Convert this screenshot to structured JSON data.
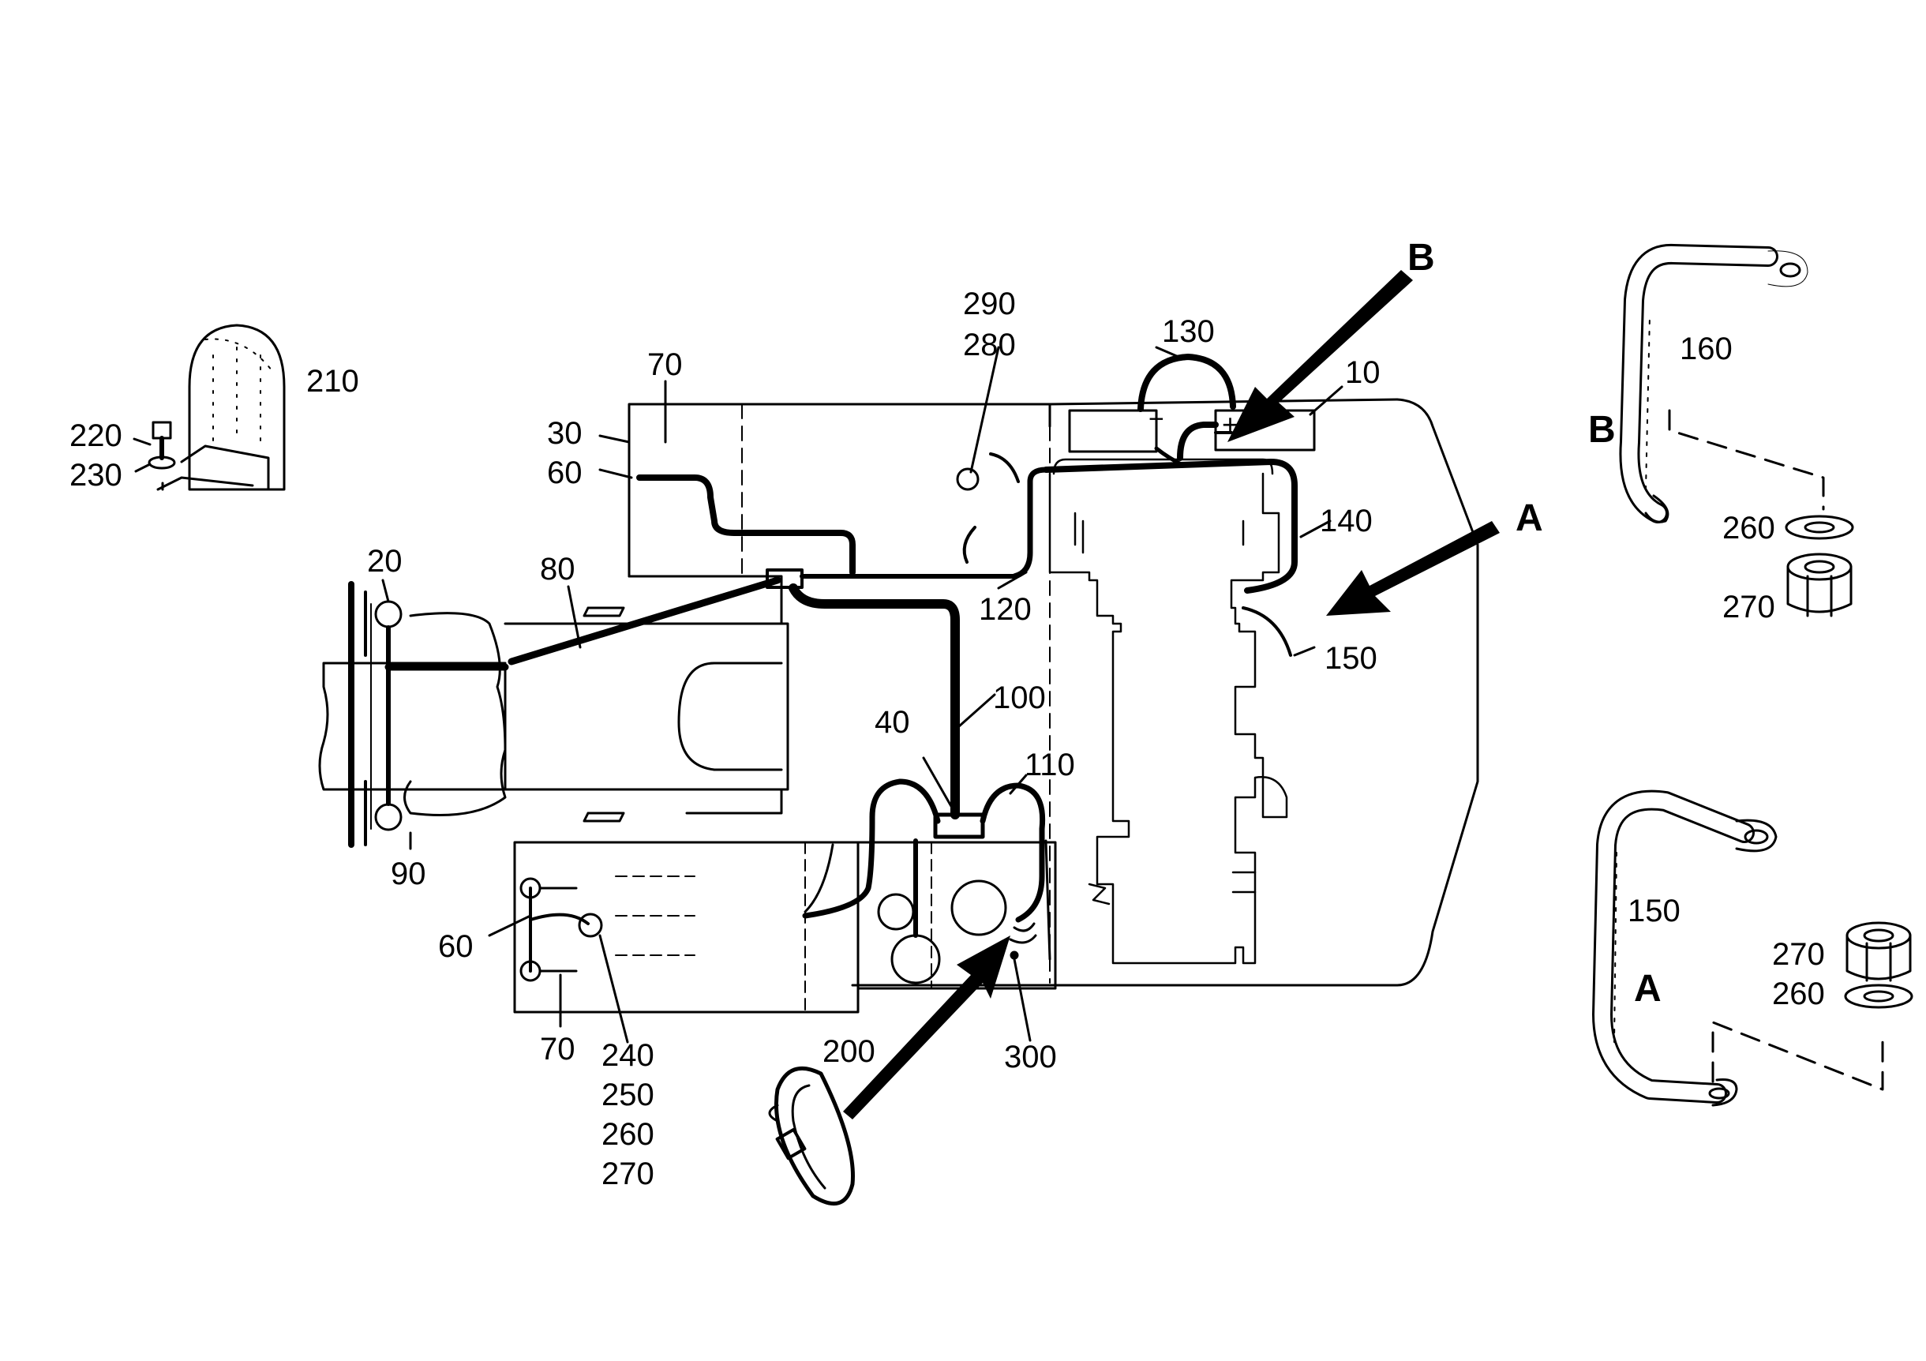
{
  "colors": {
    "ink": "#000000",
    "background": "#ffffff"
  },
  "view_letters": {
    "a_arrow": "A",
    "b_arrow": "B",
    "a_detail": "A",
    "b_detail": "B"
  },
  "parts": {
    "p10": "10",
    "p20": "20",
    "p30": "30",
    "p40": "40",
    "p60_top": "60",
    "p60_bottom": "60",
    "p70_top": "70",
    "p70_bottom": "70",
    "p80": "80",
    "p90": "90",
    "p100": "100",
    "p110": "110",
    "p120": "120",
    "p130": "130",
    "p140": "140",
    "p150_main": "150",
    "p150_detail": "150",
    "p160": "160",
    "p200": "200",
    "p210": "210",
    "p220": "220",
    "p230": "230",
    "p240": "240",
    "p250": "250",
    "p260_main": "260",
    "p260_b": "260",
    "p260_a": "260",
    "p270_main": "270",
    "p270_b": "270",
    "p270_a": "270",
    "p280": "280",
    "p290": "290",
    "p300": "300"
  },
  "battery_terminals": {
    "positive": "+",
    "negative": "−"
  }
}
